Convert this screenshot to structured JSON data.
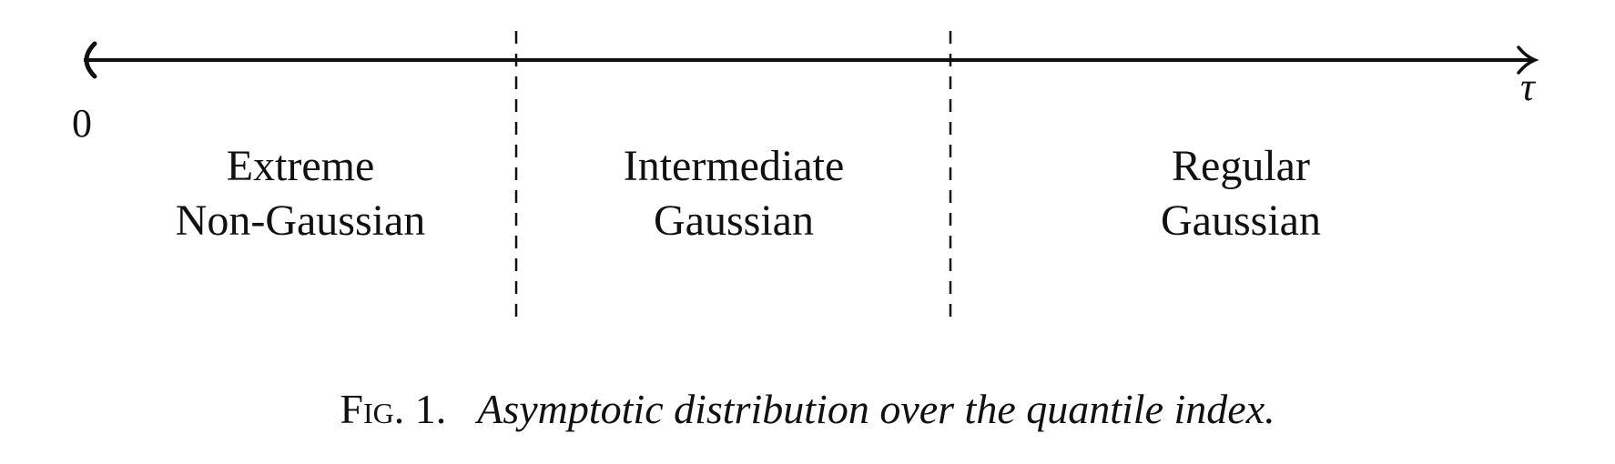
{
  "axis": {
    "origin_label": "0",
    "variable_label": "τ"
  },
  "regions": [
    {
      "line1": "Extreme",
      "line2": "Non-Gaussian"
    },
    {
      "line1": "Intermediate",
      "line2": "Gaussian"
    },
    {
      "line1": "Regular",
      "line2": "Gaussian"
    }
  ],
  "caption": {
    "label": "Fig. 1.",
    "text": "Asymptotic distribution over the quantile index."
  }
}
